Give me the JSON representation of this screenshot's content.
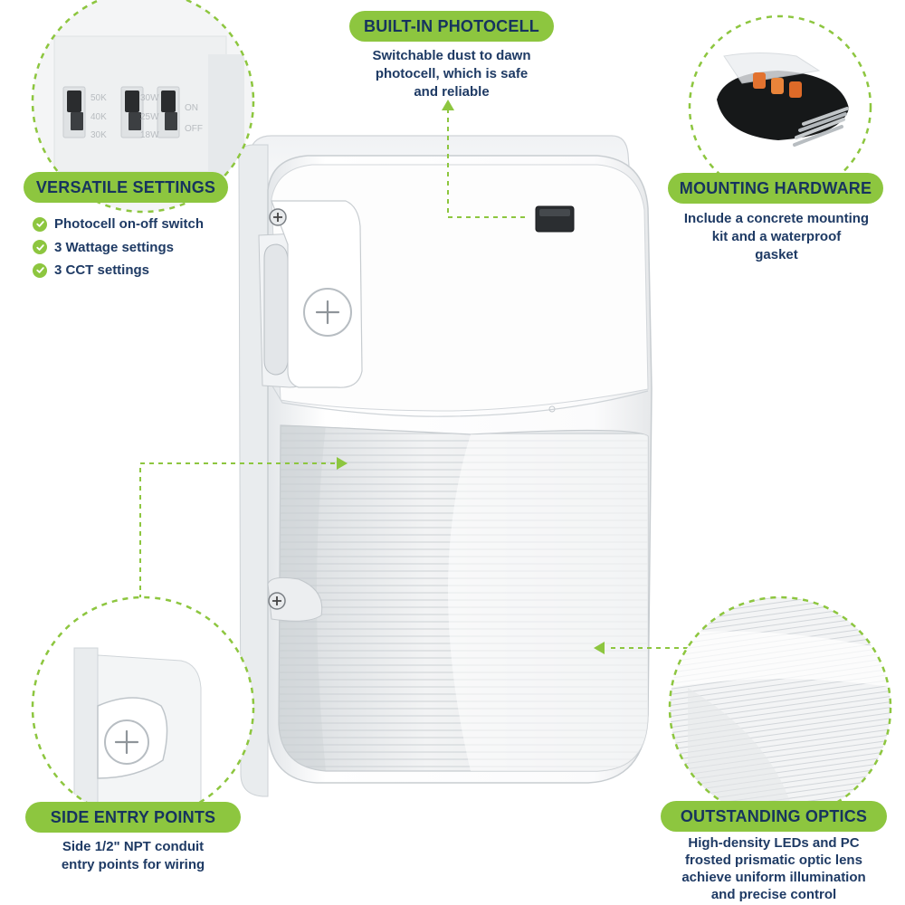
{
  "features": {
    "photocell": {
      "title": "BUILT-IN PHOTOCELL",
      "lines": [
        "Switchable dust to dawn",
        "photocell, which is safe",
        "and reliable"
      ]
    },
    "versatile": {
      "title": "VERSATILE SETTINGS",
      "items": [
        "Photocell on-off switch",
        "3 Wattage settings",
        "3 CCT settings"
      ]
    },
    "mounting": {
      "title": "MOUNTING HARDWARE",
      "lines": [
        "Include a concrete mounting",
        "kit and a waterproof",
        "gasket"
      ]
    },
    "side_entry": {
      "title": "SIDE ENTRY POINTS",
      "lines": [
        "Side 1/2\" NPT conduit",
        "entry points for wiring"
      ]
    },
    "optics": {
      "title": "OUTSTANDING OPTICS",
      "lines": [
        "High-density LEDs and PC",
        "frosted prismatic optic lens",
        "achieve uniform illumination",
        "and precise control"
      ]
    }
  },
  "switch_panel": {
    "cct": [
      "50K",
      "40K",
      "30K"
    ],
    "wattage": [
      "30W",
      "25W",
      "18W"
    ],
    "photocell": [
      "ON",
      "OFF"
    ]
  },
  "colors": {
    "accent": "#8dc63f",
    "text": "#1e3a64",
    "badge_text": "#16335e"
  }
}
